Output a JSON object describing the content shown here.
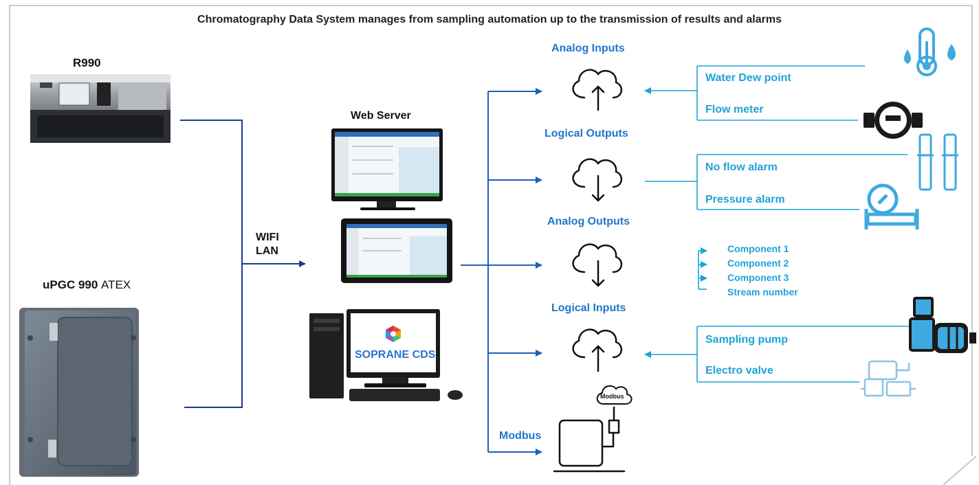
{
  "title": "Chromatography Data System manages from sampling automation up to the transmission of results and alarms",
  "devices": {
    "r990": "R990",
    "upgc_name": "uPGC 990",
    "upgc_suffix": "ATEX"
  },
  "network": {
    "wifi": "WIFI",
    "lan": "LAN"
  },
  "web_server": "Web Server",
  "software_label": "SOPRANE CDS",
  "io": {
    "analog_inputs": "Analog Inputs",
    "logical_outputs": "Logical Outputs",
    "analog_outputs": "Analog Outputs",
    "logical_inputs": "Logical Inputs",
    "modbus": "Modbus",
    "modbus_badge": "Modbus"
  },
  "signals": {
    "water_dew_point": "Water Dew point",
    "flow_meter": "Flow meter",
    "no_flow_alarm": "No flow alarm",
    "pressure_alarm": "Pressure alarm",
    "components": [
      "Component 1",
      "Component 2",
      "Component 3",
      "Stream number"
    ],
    "sampling_pump": "Sampling pump",
    "electro_valve": "Electro valve"
  },
  "colors": {
    "navy_line": "#1e3a8a",
    "blue_text": "#2176c8",
    "cyan": "#1fa2d9",
    "light_blue_icon": "#3fa9e0"
  }
}
